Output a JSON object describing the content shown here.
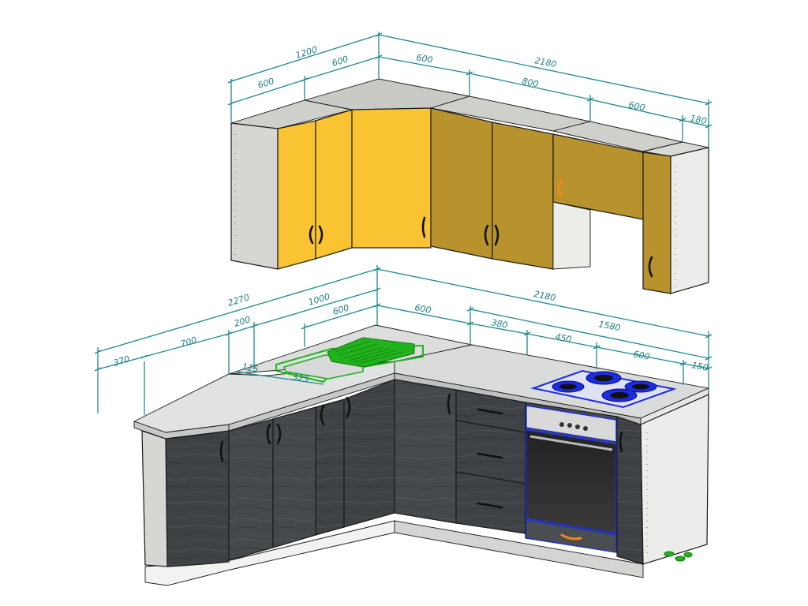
{
  "dimensions": {
    "upper": [
      "1200",
      "600",
      "600",
      "600",
      "2180",
      "800",
      "600",
      "180"
    ],
    "lower": [
      "2270",
      "1000",
      "600",
      "200",
      "700",
      "370",
      "600",
      "2180",
      "380",
      "1580",
      "450",
      "600",
      "150",
      "125",
      "325"
    ]
  },
  "colors": {
    "dimension": "#1e8a8a",
    "upper_light": "#f9c331",
    "upper_dark": "#b8932d",
    "cabinet_side": "#d8d8d4",
    "countertop": "#dfe0e0",
    "lower_door": "#3f4345",
    "sink": "#21b21c",
    "hob": "#1c2ce0",
    "oven_trim": "#1c2ce0",
    "oven_handle": "#f08a1a"
  },
  "icons": [
    "sink-icon",
    "hob-icon",
    "oven-icon",
    "handle-icon"
  ]
}
